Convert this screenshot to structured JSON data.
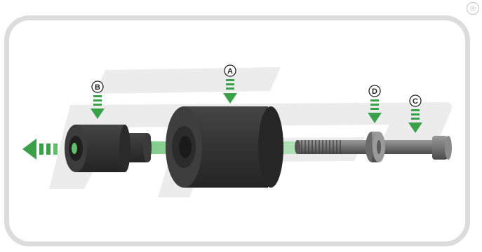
{
  "registered_mark": "®",
  "callouts": {
    "a": "A",
    "b": "B",
    "c": "C",
    "d": "D"
  },
  "colors": {
    "frame": "#dcdcdc",
    "watermark": "#ececec",
    "part_dark": "#2e2e2e",
    "part_mid": "#3d3d3d",
    "bolt": "#6f6f6f",
    "arrow_green": "#3aa04a",
    "flow_green": "#8fd49a"
  },
  "icons": [
    "registered-trademark-icon",
    "arrow-down-icon",
    "arrow-left-icon"
  ]
}
